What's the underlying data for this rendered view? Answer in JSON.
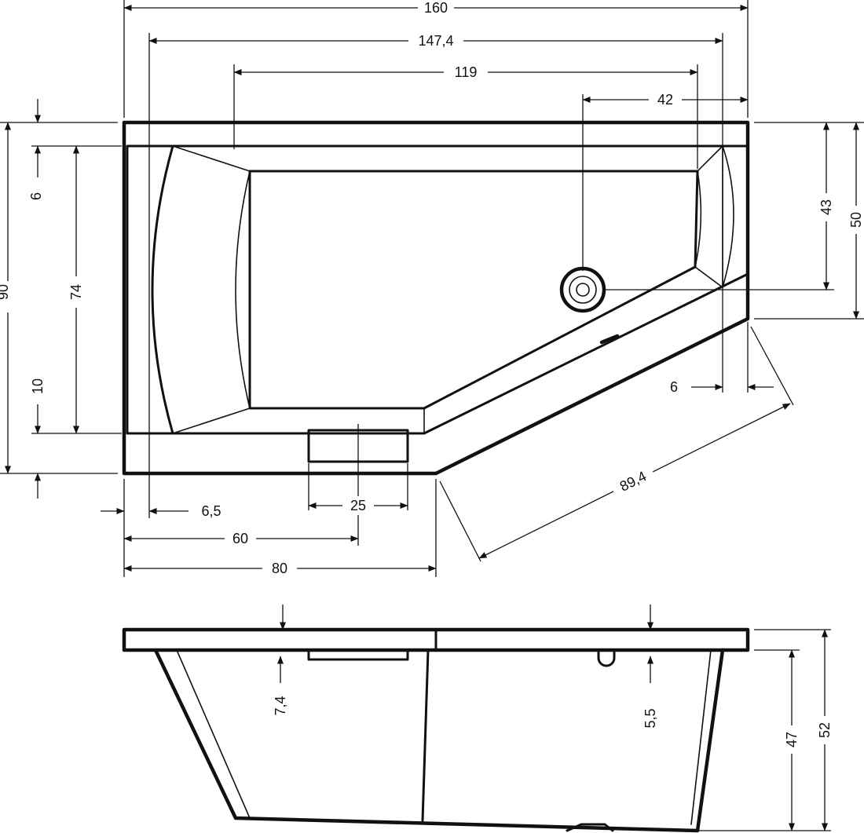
{
  "top_view": {
    "dimensions": {
      "overall_length": "160",
      "inner_length": "147,4",
      "basin_length": "119",
      "drain_offset": "42",
      "overall_width": "90",
      "inner_width": "74",
      "rim_top": "6",
      "rim_front": "10",
      "right_depth": "50",
      "right_inner_depth": "43",
      "right_rim": "6",
      "diagonal_side": "89,4",
      "left_rim": "6,5",
      "overflow_center": "60",
      "front_length": "80",
      "overflow_width": "25"
    }
  },
  "side_view": {
    "dimensions": {
      "overflow_depth": "7,4",
      "drain_depth": "5,5",
      "inner_height": "47",
      "overall_height": "52"
    }
  },
  "colors": {
    "line": "#111111",
    "background": "#ffffff"
  }
}
